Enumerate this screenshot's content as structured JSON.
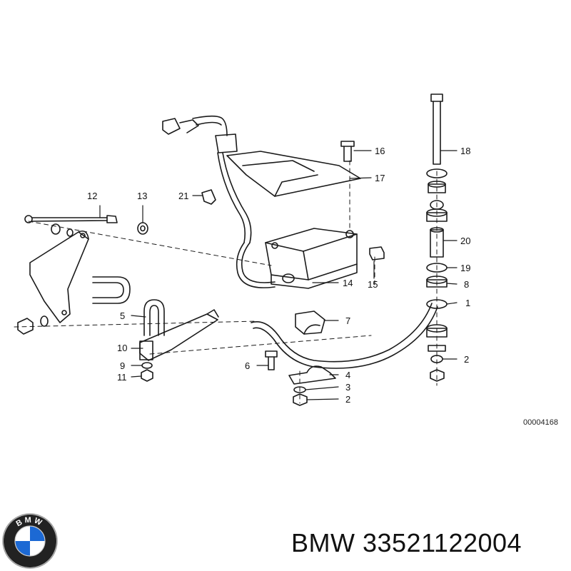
{
  "diagram": {
    "callouts": [
      "1",
      "2",
      "2",
      "3",
      "4",
      "5",
      "6",
      "7",
      "8",
      "9",
      "10",
      "11",
      "12",
      "13",
      "14",
      "15",
      "16",
      "17",
      "18",
      "19",
      "20",
      "21"
    ],
    "reference_code": "00004168"
  },
  "brand": {
    "logo_text": "BMW",
    "caption": "BMW 33521122004"
  },
  "colors": {
    "line": "#1a1a1a",
    "logo_blue": "#1c69d4",
    "logo_ring": "#222222"
  }
}
